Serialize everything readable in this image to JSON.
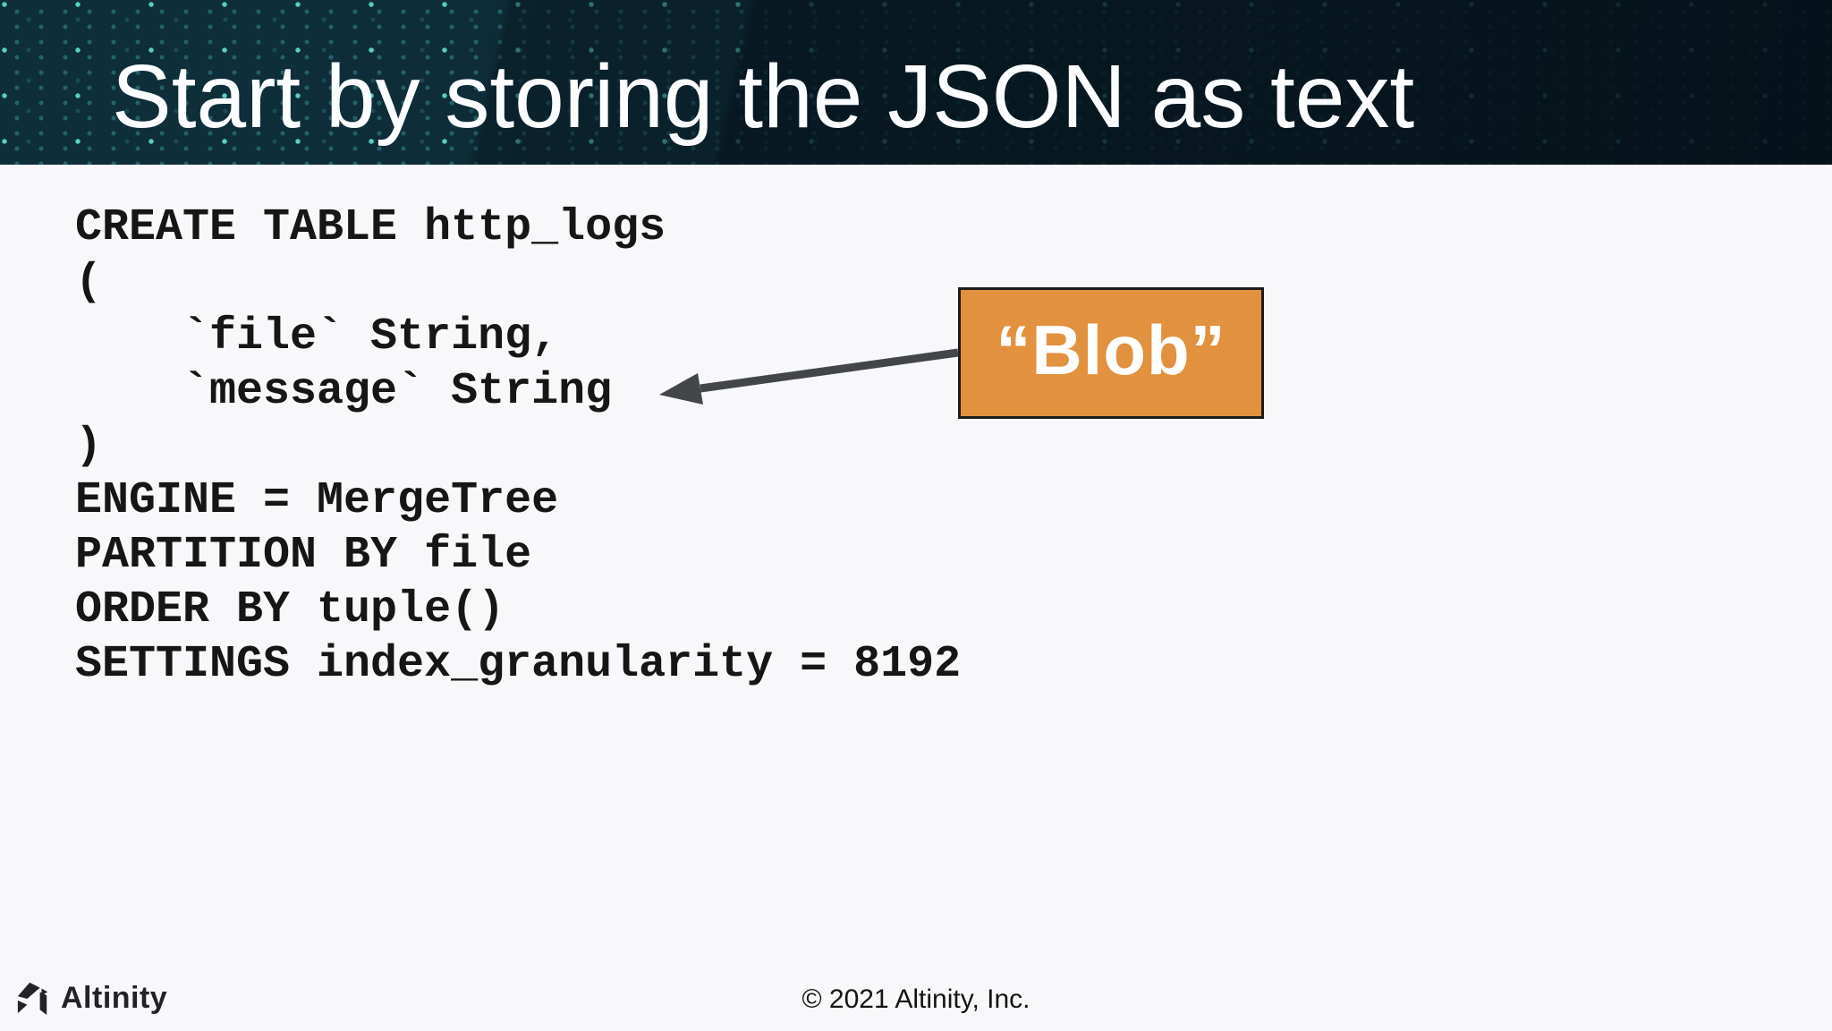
{
  "slide": {
    "title": "Start by storing the JSON as text",
    "code_block": {
      "language": "sql",
      "code": "CREATE TABLE http_logs\n(\n    `file` String,\n    `message` String\n)\nENGINE = MergeTree\nPARTITION BY file\nORDER BY tuple()\nSETTINGS index_granularity = 8192"
    },
    "callout": {
      "label": "“Blob”",
      "arrow_points_to": "`message` String"
    },
    "footer": {
      "brand": "Altinity",
      "logo_icon": "altinity-logo-icon",
      "copyright": "© 2021 Altinity, Inc."
    },
    "colors": {
      "header_bg": "#0e2f3a",
      "header_bg_dark": "#081d27",
      "dot_teal": "#4fd4c2",
      "slide_bg": "#f8f7fa",
      "code_text": "#161616",
      "callout_bg": "#e2913e",
      "callout_border": "#1c1c1c",
      "callout_text": "#ffffff",
      "arrow": "#434649",
      "footer_text": "#141414"
    }
  }
}
